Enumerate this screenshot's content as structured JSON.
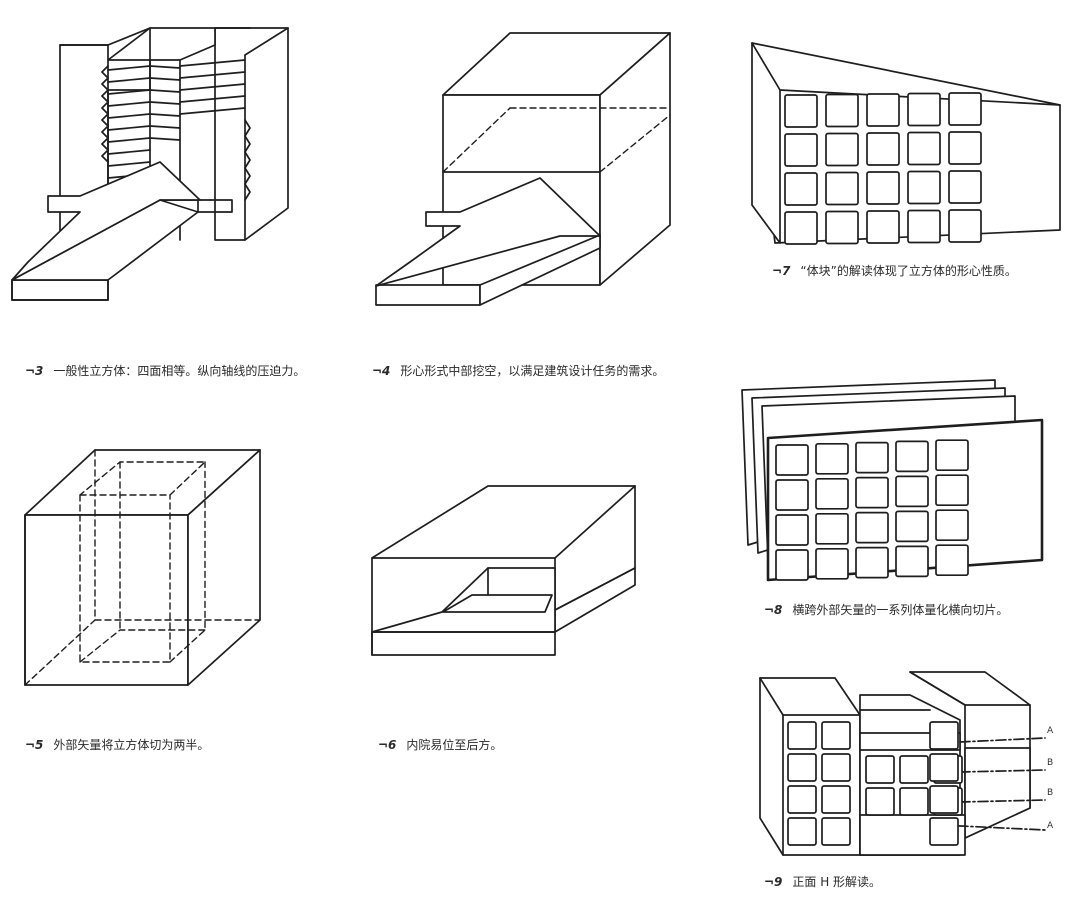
{
  "captions": [
    {
      "id": "fig3",
      "num": "¬3",
      "text": "一般性立方体：四面相等。纵向轴线的压迫力。"
    },
    {
      "id": "fig4",
      "num": "¬4",
      "text": "形心形式中部挖空，以满足建筑设计任务的需求。"
    },
    {
      "id": "fig5",
      "num": "¬5",
      "text": "外部矢量将立方体切为两半。"
    },
    {
      "id": "fig6",
      "num": "¬6",
      "text": "内院易位至后方。"
    },
    {
      "id": "fig7",
      "num": "¬7",
      "text": "“体块”的解读体现了立方体的形心性质。"
    },
    {
      "id": "fig8",
      "num": "¬8",
      "text": "横跨外部矢量的一系列体量化横向切片。"
    },
    {
      "id": "fig9",
      "num": "¬9",
      "text": "正面 H 形解读。"
    }
  ],
  "fig9_labels": [
    "A",
    "B",
    "B",
    "A"
  ]
}
